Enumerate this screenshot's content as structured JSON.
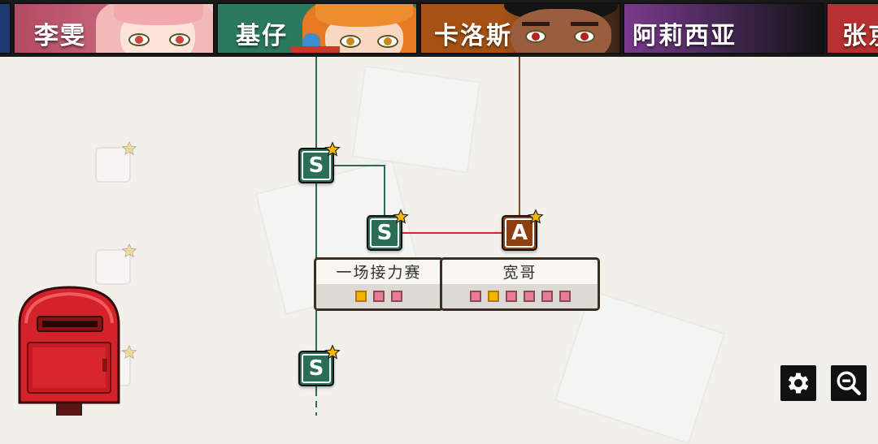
{
  "header": {
    "characters": [
      {
        "id": "left-edge",
        "name": "",
        "color": "#1e3a73"
      },
      {
        "id": "li-wen",
        "name": "李雯",
        "color": "#b24b63"
      },
      {
        "id": "ji-zi",
        "name": "基仔",
        "color": "#2c7a5e"
      },
      {
        "id": "carlos",
        "name": "卡洛斯",
        "color": "#a65214"
      },
      {
        "id": "alicia",
        "name": "阿莉西亚",
        "color": "#7a3a8c"
      },
      {
        "id": "zhang",
        "name": "张京",
        "color": "#b8302f"
      }
    ]
  },
  "nodes": [
    {
      "id": "ji-s-1",
      "grade": "S",
      "color": "#2a6e56",
      "starred": true
    },
    {
      "id": "ji-s-2",
      "grade": "S",
      "color": "#2a6e56",
      "starred": true
    },
    {
      "id": "carlos-a-1",
      "grade": "A",
      "color": "#8f3e10",
      "starred": true
    },
    {
      "id": "ji-s-3",
      "grade": "S",
      "color": "#2a6e56",
      "starred": true
    }
  ],
  "cards": [
    {
      "id": "relay-race",
      "title": "一场接力赛",
      "squares": [
        "gold",
        "pink",
        "pink"
      ]
    },
    {
      "id": "kuan-ge",
      "title": "宽哥",
      "squares": [
        "pink",
        "gold",
        "pink",
        "pink",
        "pink",
        "pink"
      ]
    }
  ],
  "controls": {
    "settings_icon": "gear-icon",
    "zoom_icon": "zoom-out-icon"
  },
  "colors": {
    "ji_line": "#2d6b52",
    "carlos_line": "#8a4a1f",
    "link_line": "#d22a2a",
    "star": "#f5b800"
  }
}
